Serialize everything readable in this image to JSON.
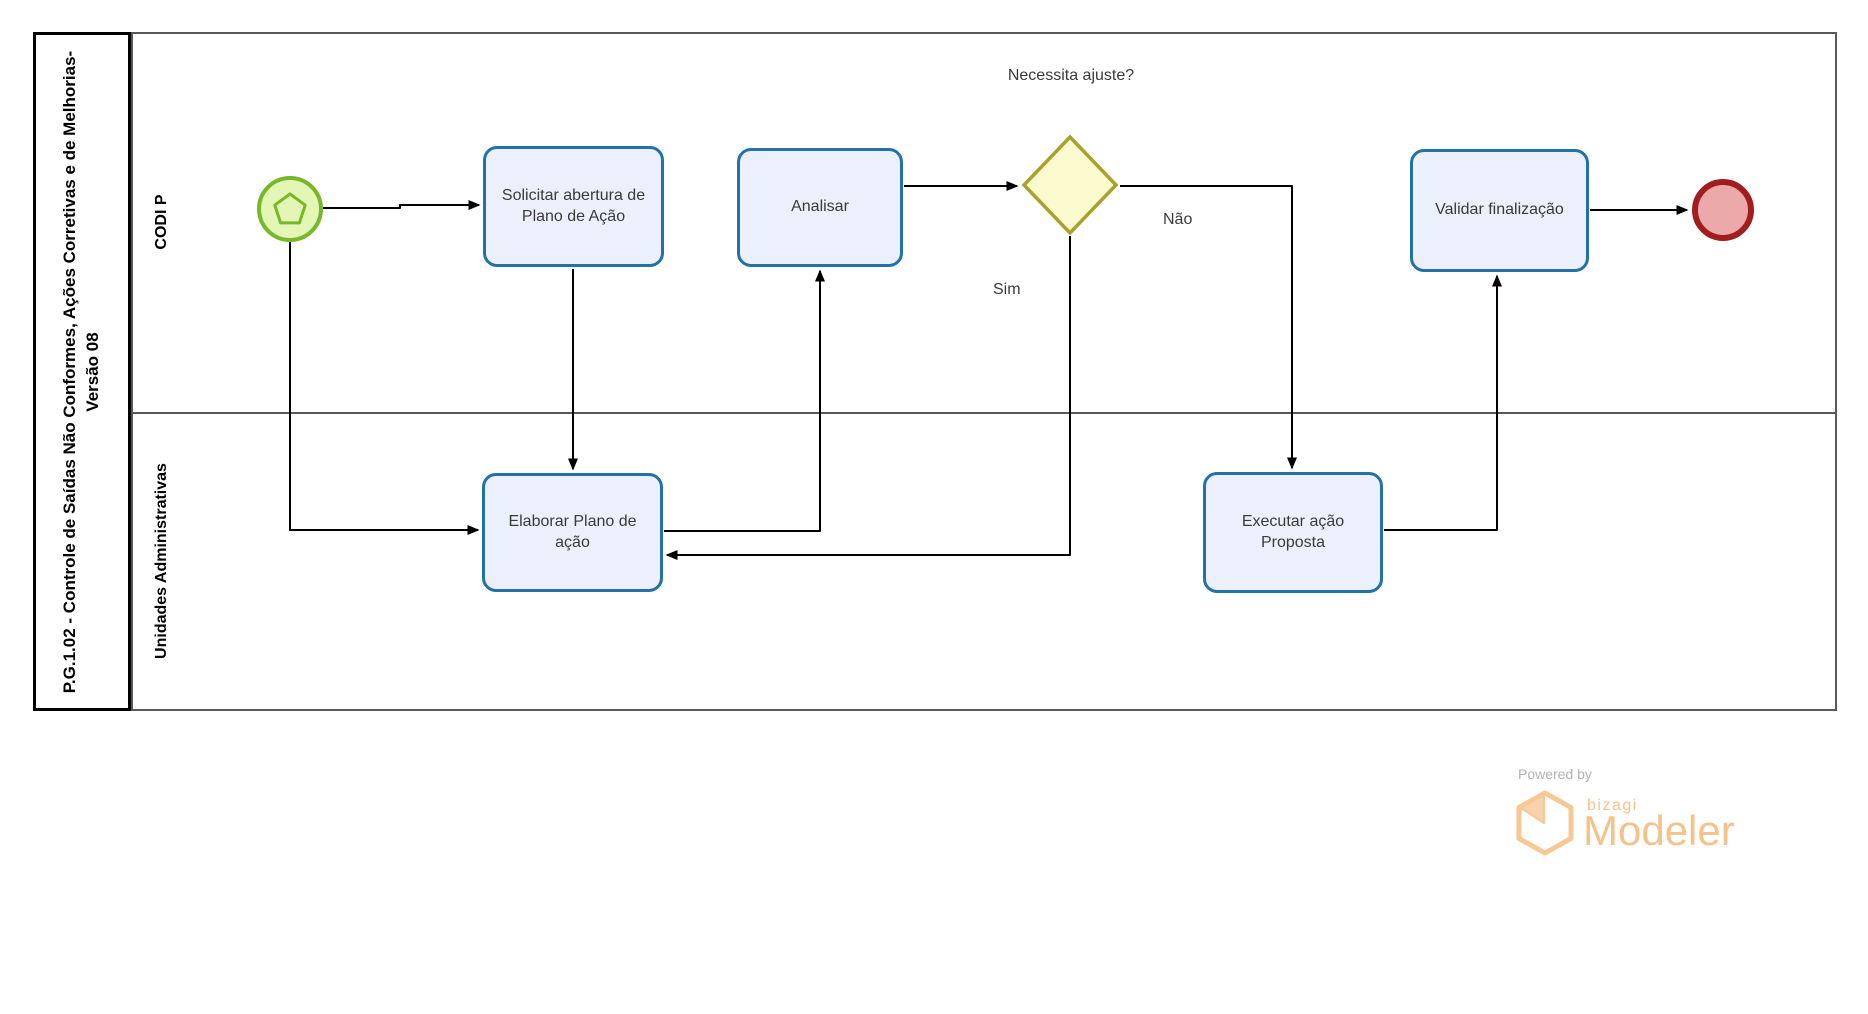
{
  "pool": {
    "title": "P.G.1.02 - Controle de Saídas Não Conformes, Ações Corretivas e de Melhorias- Versão 08"
  },
  "lanes": [
    {
      "name": "CODI P"
    },
    {
      "name": "Unidades Administrativas"
    }
  ],
  "nodes": {
    "start": {
      "type": "multiple-start-event"
    },
    "solicitar": {
      "label": "Solicitar abertura de Plano de Ação"
    },
    "analisar": {
      "label": "Analisar"
    },
    "gateway": {
      "label": "Necessita ajuste?"
    },
    "validar": {
      "label": "Validar finalização"
    },
    "end": {
      "type": "end-event"
    },
    "elaborar": {
      "label": "Elaborar Plano de ação"
    },
    "executar": {
      "label": "Executar ação Proposta"
    }
  },
  "edge_labels": {
    "nao": "Não",
    "sim": "Sim"
  },
  "logo": {
    "powered_by": "Powered by",
    "brand": "bizagi",
    "product": "Modeler"
  },
  "colors": {
    "task_fill": "#ebf0fc",
    "task_border": "#2272a8",
    "gateway_fill": "#fbf9ce",
    "gateway_border": "#a8a22b",
    "start_fill": "#e4f6b5",
    "start_border": "#76b82a",
    "end_fill": "#eca9a9",
    "end_border": "#a21d1d",
    "lane_border": "#595959",
    "flow": "#000000",
    "logo_orange": "#f6c28b",
    "logo_gray": "#b3b3b3"
  }
}
